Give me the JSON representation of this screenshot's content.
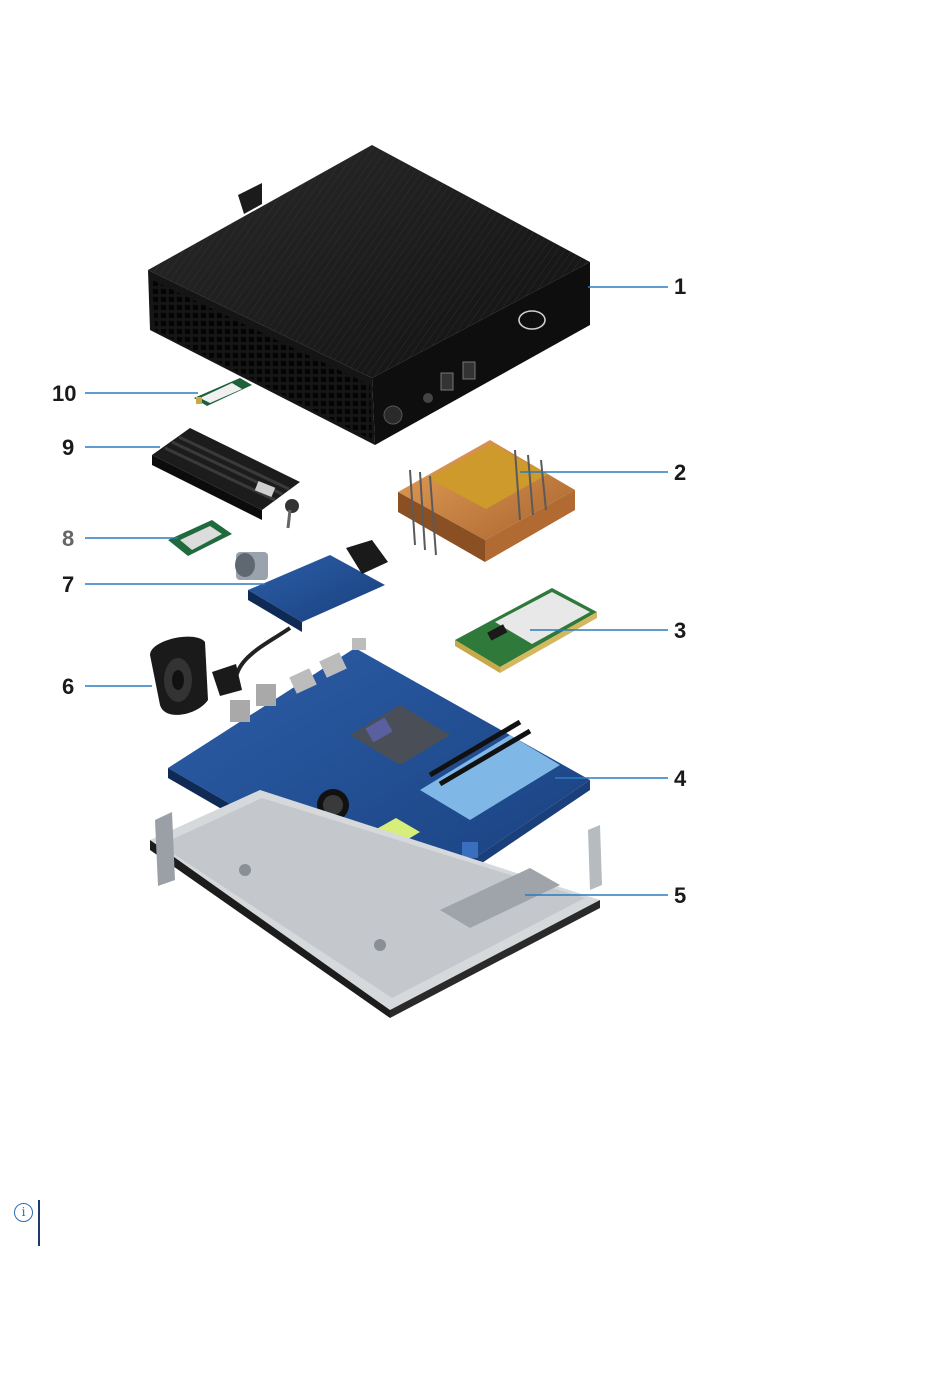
{
  "figure": {
    "callouts": [
      {
        "label": "1"
      },
      {
        "label": "2"
      },
      {
        "label": "3"
      },
      {
        "label": "4"
      },
      {
        "label": "5"
      },
      {
        "label": "6"
      },
      {
        "label": "7"
      },
      {
        "label": "8"
      },
      {
        "label": "9"
      },
      {
        "label": "10"
      }
    ]
  },
  "note": {
    "icon": "info-icon"
  },
  "colors": {
    "callout_text": "#1a1a1a",
    "callout_muted": "#666666",
    "leader_line": "#2a7bbf",
    "note_accent": "#2b6cb0"
  }
}
